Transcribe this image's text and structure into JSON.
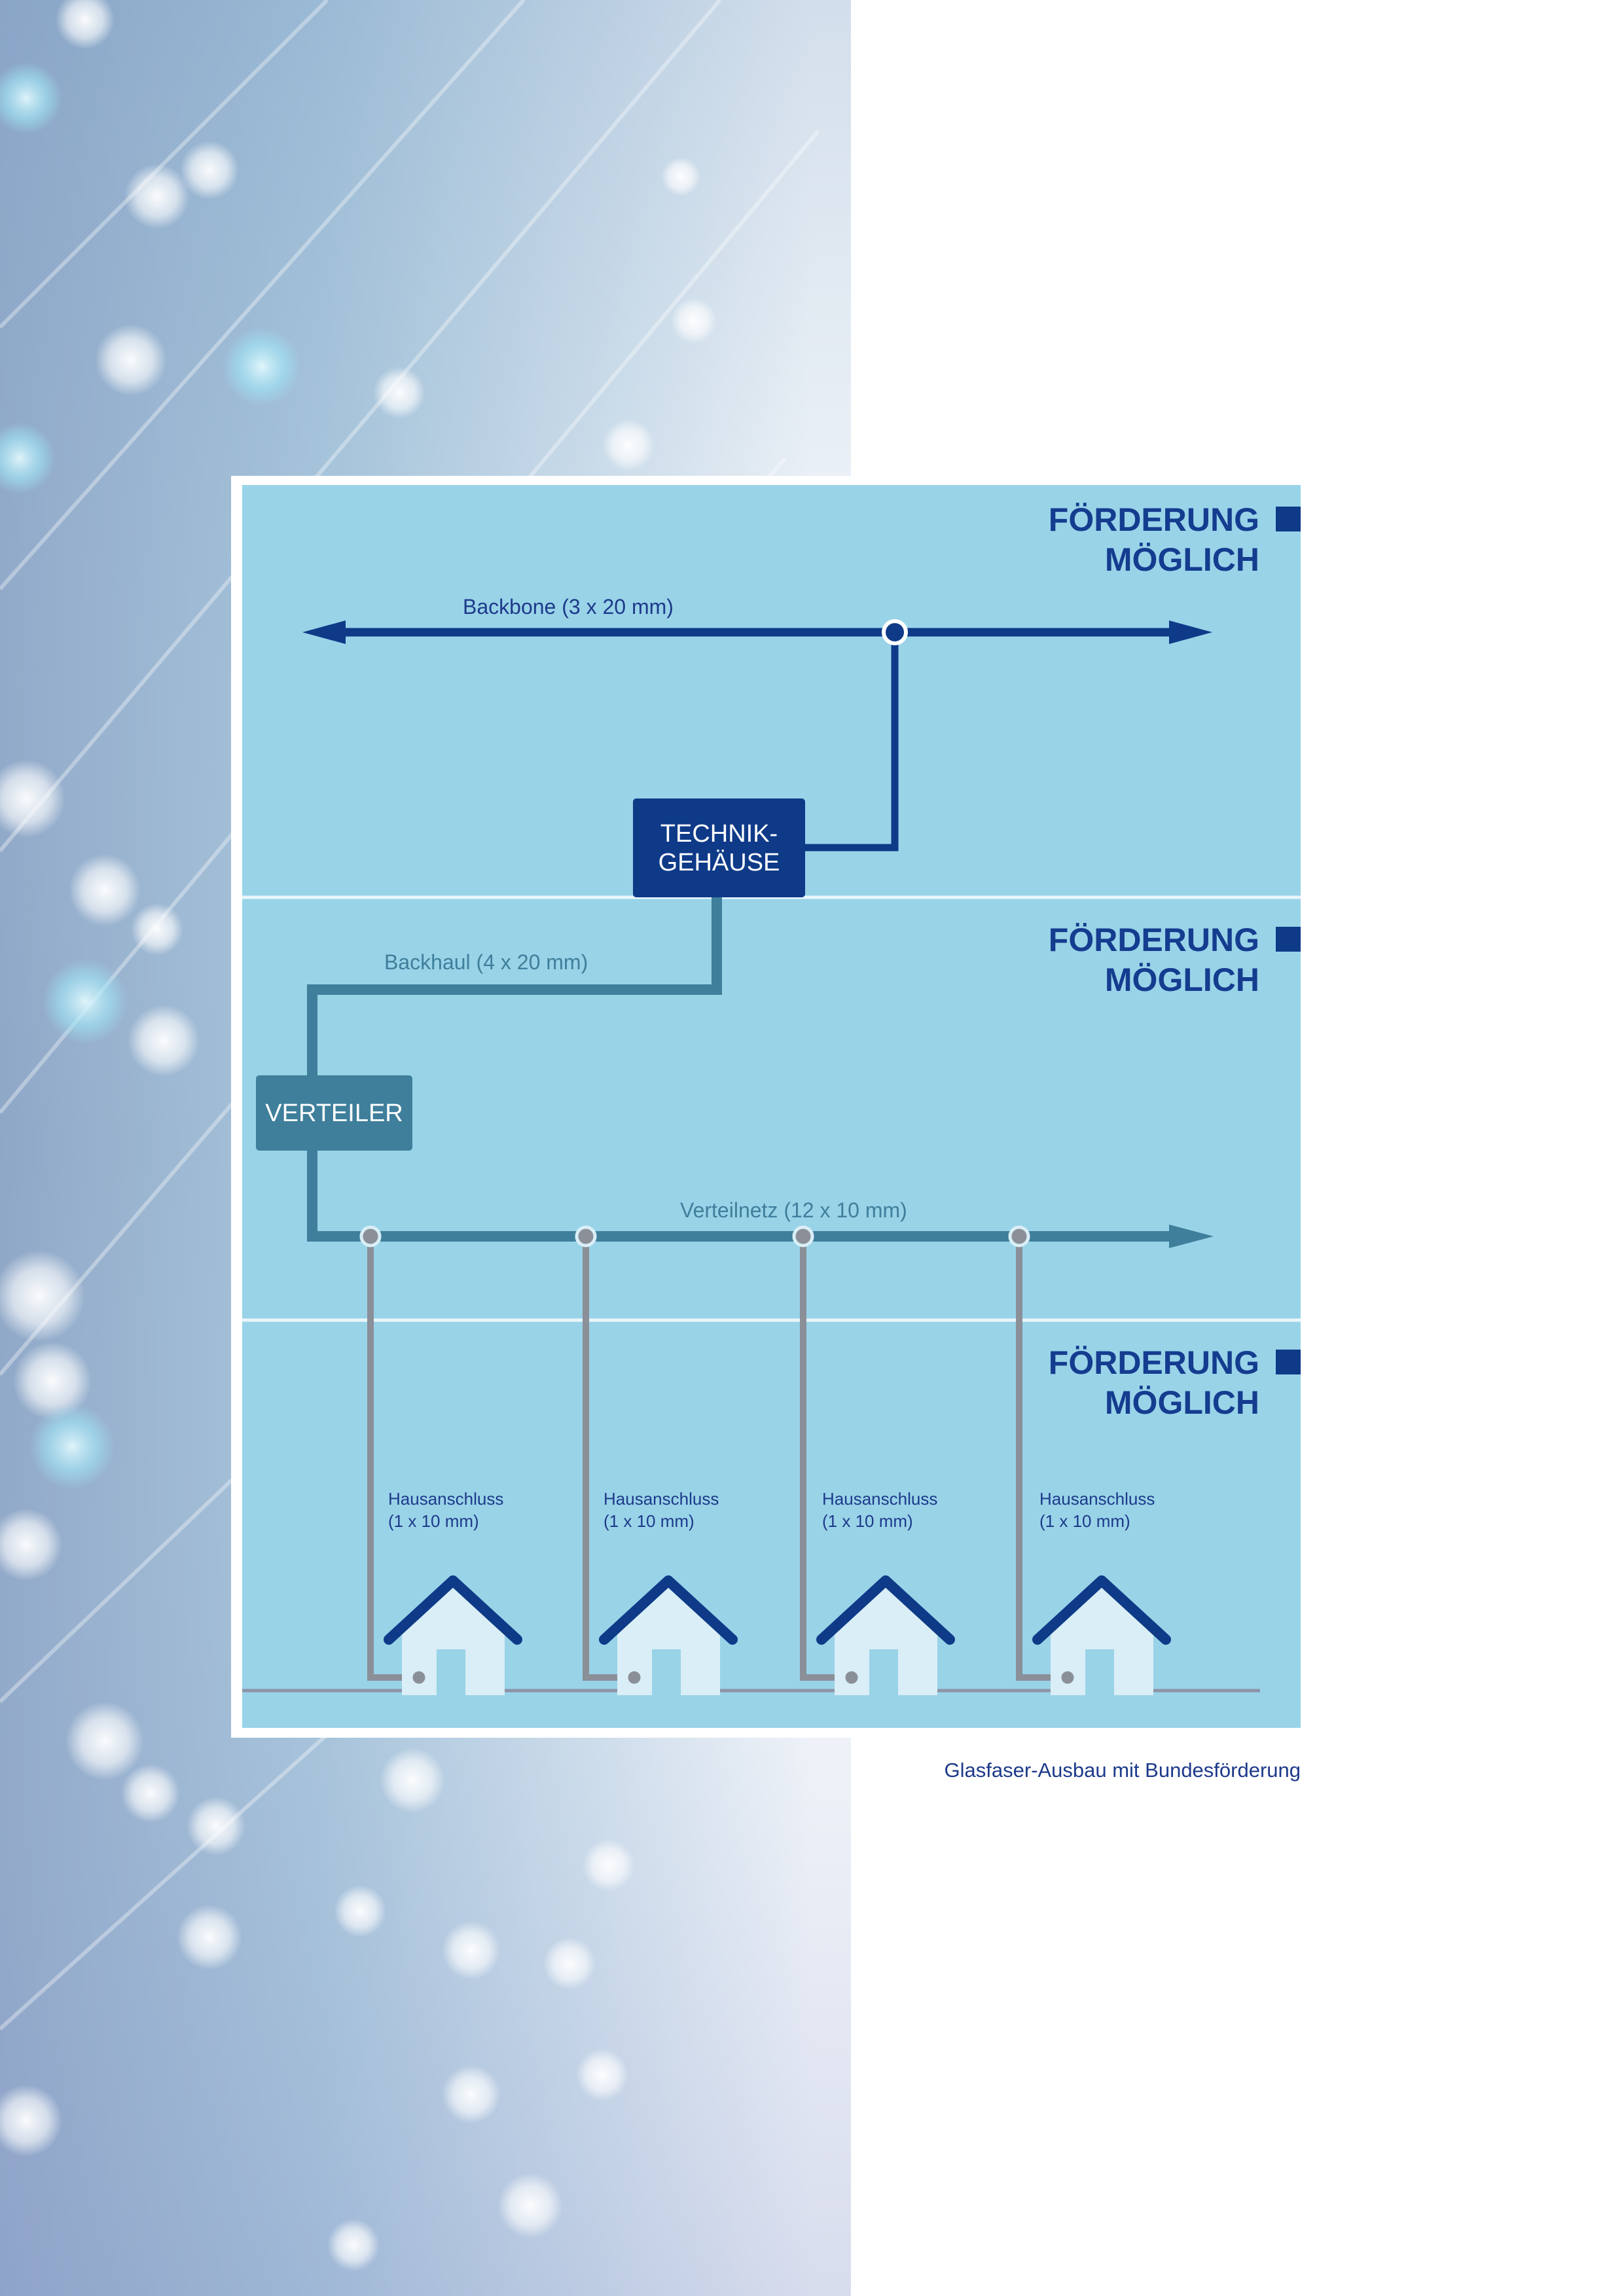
{
  "zones": [
    {
      "title_line1": "FÖRDERUNG",
      "title_line2": "MÖGLICH"
    },
    {
      "title_line1": "FÖRDERUNG",
      "title_line2": "MÖGLICH"
    },
    {
      "title_line1": "FÖRDERUNG",
      "title_line2": "MÖGLICH"
    }
  ],
  "backbone": {
    "label": "Backbone (3 x 20 mm)"
  },
  "technik": {
    "label": "TECHNIK-\nGEHÄUSE"
  },
  "backhaul": {
    "label": "Backhaul (4 x 20 mm)"
  },
  "verteiler": {
    "label": "VERTEILER"
  },
  "verteilnetz": {
    "label": "Verteilnetz (12 x 10 mm)"
  },
  "houses": [
    {
      "label_line1": "Hausanschluss",
      "label_line2": "(1 x 10 mm)"
    },
    {
      "label_line1": "Hausanschluss",
      "label_line2": "(1 x 10 mm)"
    },
    {
      "label_line1": "Hausanschluss",
      "label_line2": "(1 x 10 mm)"
    },
    {
      "label_line1": "Hausanschluss",
      "label_line2": "(1 x 10 mm)"
    }
  ],
  "caption": "Glasfaser-Ausbau mit Bundesförderung",
  "colors": {
    "panel": "#99d3e8",
    "navy": "#0e3a88",
    "title": "#143c8f",
    "teal": "#3f7f9b",
    "gray": "#8a8f98",
    "house": "#d9eef6"
  }
}
